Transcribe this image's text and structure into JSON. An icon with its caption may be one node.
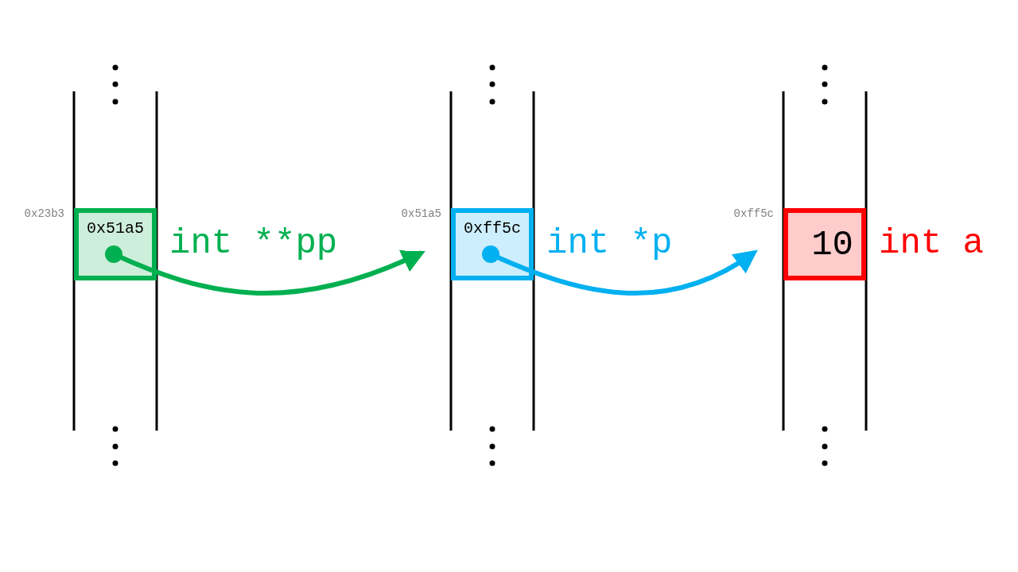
{
  "diagram": {
    "nodes": [
      {
        "text": [
          "0x51a5"
        ],
        "beside": [
          "0x23b3",
          "int **pp"
        ]
      },
      {
        "text": [
          "0xff5c"
        ],
        "beside": [
          "0x51a5",
          "int *p"
        ]
      },
      {
        "text": [
          "10"
        ],
        "beside": [
          "0xff5c",
          "int a"
        ]
      }
    ],
    "edges": [
      {
        "from": 0,
        "to": 1,
        "arrow": "to",
        "color": "#00b050"
      },
      {
        "from": 1,
        "to": 2,
        "arrow": "to",
        "color": "#00b0f0"
      }
    ]
  }
}
